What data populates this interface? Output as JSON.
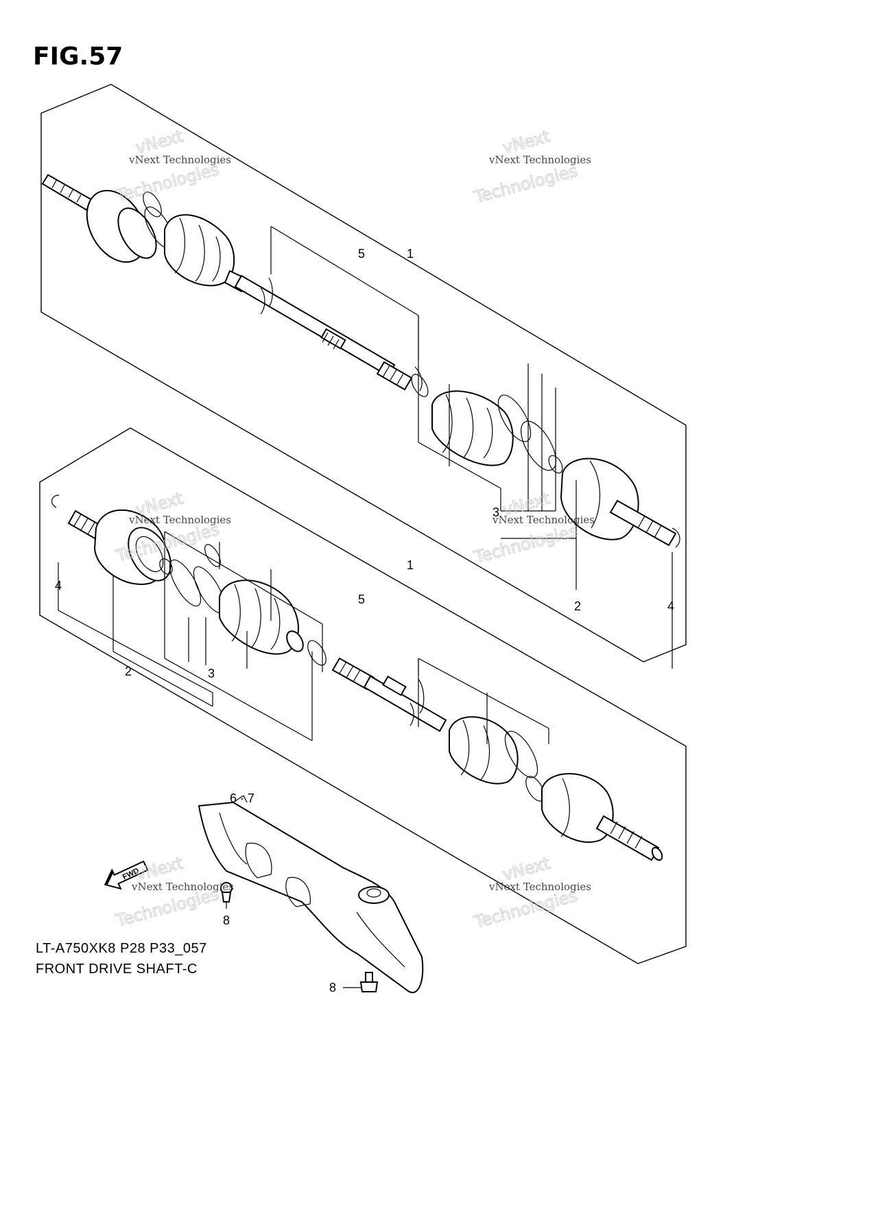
{
  "figure": {
    "title": "FIG.57",
    "code": "LT-A750XK8 P28 P33_057",
    "name": "FRONT DRIVE SHAFT-C"
  },
  "callouts": {
    "upper_1": "1",
    "upper_5": "5",
    "upper_3": "3",
    "upper_2": "2",
    "upper_4": "4",
    "lower_1": "1",
    "lower_5": "5",
    "lower_4": "4",
    "lower_2": "2",
    "lower_3": "3",
    "guard_67": "6 · 7",
    "bolt_8a": "8",
    "bolt_8b": "8"
  },
  "fwd_label": "FWD",
  "watermark": {
    "line1": "vNext Technologies",
    "line2": "vNext",
    "line3": "Technologies"
  }
}
